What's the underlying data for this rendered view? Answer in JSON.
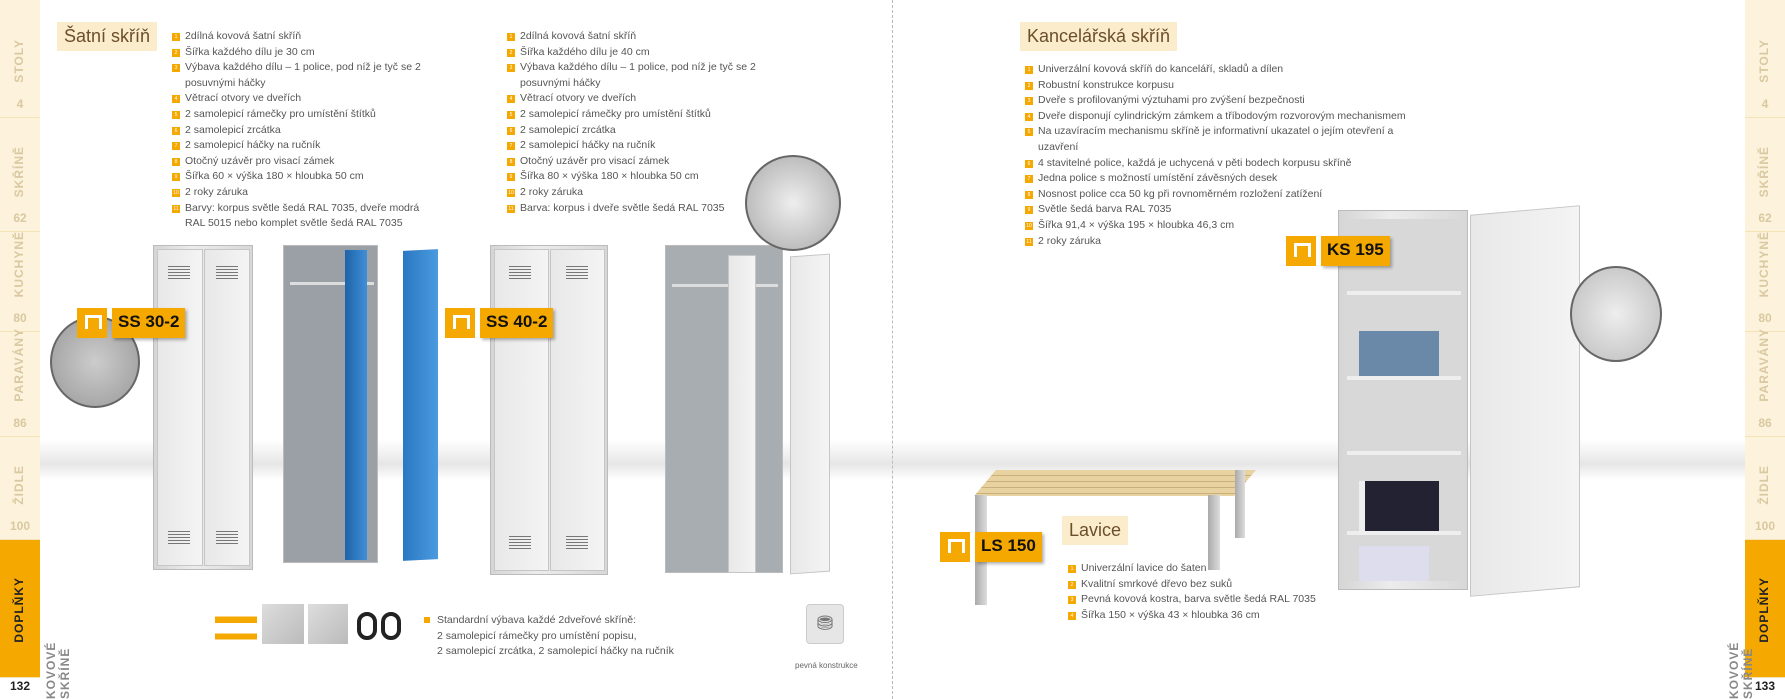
{
  "sidebar_left": {
    "items": [
      {
        "label": "STOLY",
        "page": "4"
      },
      {
        "label": "SKŘÍNĚ",
        "page": "62"
      },
      {
        "label": "KUCHYNĚ",
        "page": "80"
      },
      {
        "label": "PARAVÁNY",
        "page": "86"
      },
      {
        "label": "ŽIDLE",
        "page": "100"
      },
      {
        "label": "DOPLŇKY",
        "page": ""
      }
    ],
    "page_number": "132",
    "section": "KOVOVÉ SKŘÍNĚ"
  },
  "sidebar_right": {
    "items": [
      {
        "label": "STOLY",
        "page": "4"
      },
      {
        "label": "SKŘÍNĚ",
        "page": "62"
      },
      {
        "label": "KUCHYNĚ",
        "page": "80"
      },
      {
        "label": "PARAVÁNY",
        "page": "86"
      },
      {
        "label": "ŽIDLE",
        "page": "100"
      },
      {
        "label": "DOPLŇKY",
        "page": ""
      }
    ],
    "page_number": "133",
    "section": "KOVOVÉ SKŘÍNĚ"
  },
  "satni": {
    "title": "Šatní skříň",
    "ss302": {
      "code": "SS 30-2",
      "features": [
        "2dílná kovová šatní skříň",
        "Šířka každého dílu je 30 cm",
        "Výbava každého dílu – 1 police, pod níž je tyč se 2 posuvnými háčky",
        "Větrací otvory ve dveřích",
        "2 samolepicí rámečky pro umístění štítků",
        "2 samolepicí zrcátka",
        "2 samolepicí háčky na ručník",
        "Otočný uzávěr pro visací zámek",
        "Šířka 60 × výška 180 × hloubka 50 cm",
        "2 roky záruka",
        "Barvy: korpus světle šedá RAL 7035, dveře modrá RAL 5015 nebo komplet světle šedá RAL 7035"
      ]
    },
    "ss402": {
      "code": "SS 40-2",
      "features": [
        "2dílná kovová šatní skříň",
        "Šířka každého dílu je 40 cm",
        "Výbava každého dílu – 1 police, pod níž je tyč se 2 posuvnými háčky",
        "Větrací otvory ve dveřích",
        "2 samolepicí rámečky pro umístění štítků",
        "2 samolepicí zrcátka",
        "2 samolepicí háčky na ručník",
        "Otočný uzávěr pro visací zámek",
        "Šířka 80 × výška 180 × hloubka 50 cm",
        "2 roky záruka",
        "Barva: korpus i dveře světle šedá RAL 7035"
      ]
    },
    "standard": {
      "heading": "Standardní výbava každé 2dveřové skříně:",
      "line1": "2 samolepicí rámečky pro umístění popisu,",
      "line2": "2 samolepicí zrcátka, 2 samolepicí háčky na ručník"
    },
    "icon_caption": "pevná konstrukce"
  },
  "kancelarska": {
    "title": "Kancelářská skříň",
    "code": "KS 195",
    "features": [
      "Univerzální kovová skříň do kanceláří, skladů a dílen",
      "Robustní konstrukce korpusu",
      "Dveře s profilovanými výztuhami pro zvýšení bezpečnosti",
      "Dveře disponují cylindrickým zámkem a tříbodovým rozvorovým mechanismem",
      "Na uzavíracím mechanismu skříně je informativní ukazatel o jejím otevření a uzavření",
      "4 stavitelné police, každá je uchycená v pěti bodech korpusu skříně",
      "Jedna police s možností umístění závěsných desek",
      "Nosnost police cca 50 kg při rovnoměrném rozložení zatížení",
      "Světle šedá barva RAL 7035",
      "Šířka 91,4 × výška 195 × hloubka 46,3 cm",
      "2 roky záruka"
    ]
  },
  "lavice": {
    "title": "Lavice",
    "code": "LS 150",
    "features": [
      "Univerzální lavice do šaten",
      "Kvalitní smrkové dřevo bez suků",
      "Pevná kovová kostra, barva světle šedá RAL 7035",
      "Šířka 150 × výška 43 × hloubka 36 cm"
    ]
  },
  "colors": {
    "accent": "#f5a800",
    "title_bg": "#fbeccb",
    "door_blue": "#2f7fc8"
  }
}
